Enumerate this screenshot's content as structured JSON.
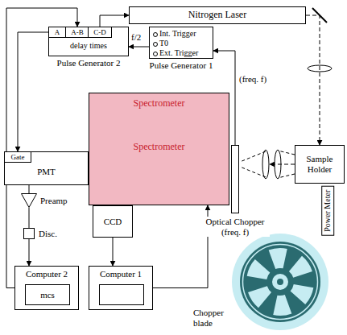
{
  "diagram": {
    "nodes": [
      {
        "text": [
          "Nitrogen Laser"
        ]
      },
      {
        "text": [
          "delay times",
          "Pulse Generator 2"
        ]
      },
      {
        "text": [
          "A"
        ],
        "in": 1
      },
      {
        "text": [
          "A-B"
        ],
        "in": 1
      },
      {
        "text": [
          "C-D"
        ],
        "in": 1
      },
      {
        "text": [
          "Int. Trigger",
          "T0",
          "Ext. Trigger",
          "Pulse Generator 1"
        ]
      },
      {
        "text": [
          "Spectrometer",
          "Spectrometer"
        ]
      },
      {
        "text": [
          "PMT"
        ]
      },
      {
        "text": [
          "Gate"
        ],
        "in": 7
      },
      {
        "text": [
          "Optical Chopper (freq. f)"
        ]
      },
      {
        "text": [
          "Sample Holder"
        ]
      },
      {
        "text": [
          "Power Meter"
        ]
      },
      {
        "text": [
          "Preamp"
        ]
      },
      {
        "text": [
          "CCD"
        ]
      },
      {
        "text": [
          "Disc."
        ]
      },
      {
        "text": [
          "Computer 1"
        ]
      },
      {
        "text": [
          "Computer 2"
        ]
      },
      {
        "text": [
          "mcs"
        ],
        "in": 16
      }
    ],
    "edges": [
      {
        "from": 4,
        "to": 0,
        "arrow": "to"
      },
      {
        "from": 5,
        "to": 1,
        "label": "f/2",
        "arrow": "to"
      },
      {
        "from": 9,
        "to": 5,
        "label": "(freq. f)",
        "arrow": "to"
      },
      {
        "from": 2,
        "to": 8,
        "arrow": "to"
      },
      {
        "from": 16,
        "to": 3,
        "arrow": "to"
      },
      {
        "from": 0,
        "to": 10,
        "arrow": "to"
      },
      {
        "from": 10,
        "to": 9,
        "arrow": "to"
      },
      {
        "from": 7,
        "to": 12,
        "arrow": "none"
      },
      {
        "from": 12,
        "to": 14,
        "arrow": "none"
      },
      {
        "from": 14,
        "to": 16,
        "arrow": "to"
      },
      {
        "from": 13,
        "to": 15,
        "arrow": "to"
      },
      {
        "from": 15,
        "to": 6,
        "arrow": "to"
      }
    ],
    "labels": [
      "Chopper blade"
    ]
  }
}
